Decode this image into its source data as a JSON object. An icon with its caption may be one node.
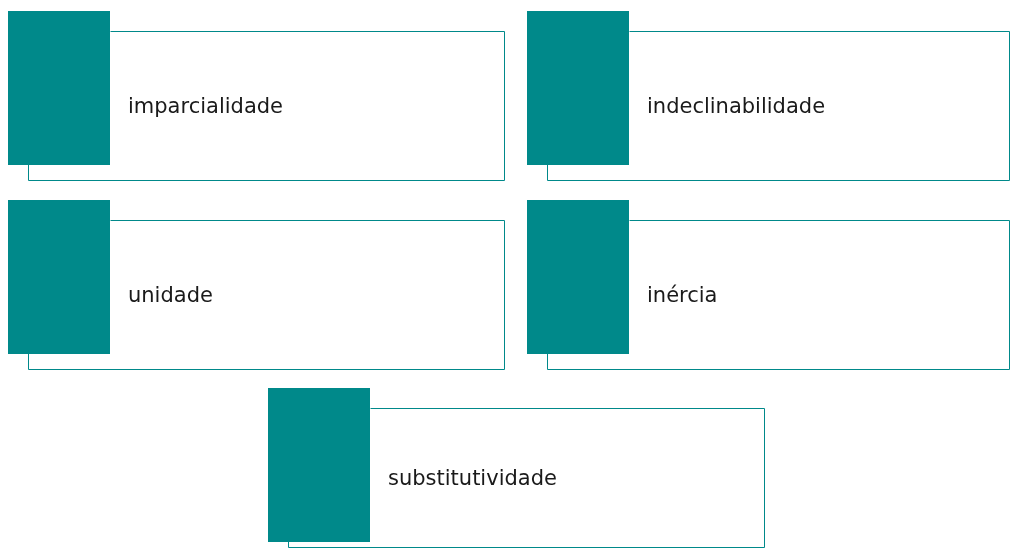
{
  "diagram": {
    "nodes": [
      {
        "text": [
          "imparcialidade"
        ]
      },
      {
        "text": [
          "indeclinabilidade"
        ]
      },
      {
        "text": [
          "unidade"
        ]
      },
      {
        "text": [
          "inércia"
        ]
      },
      {
        "text": [
          "substitutividade"
        ]
      }
    ]
  }
}
